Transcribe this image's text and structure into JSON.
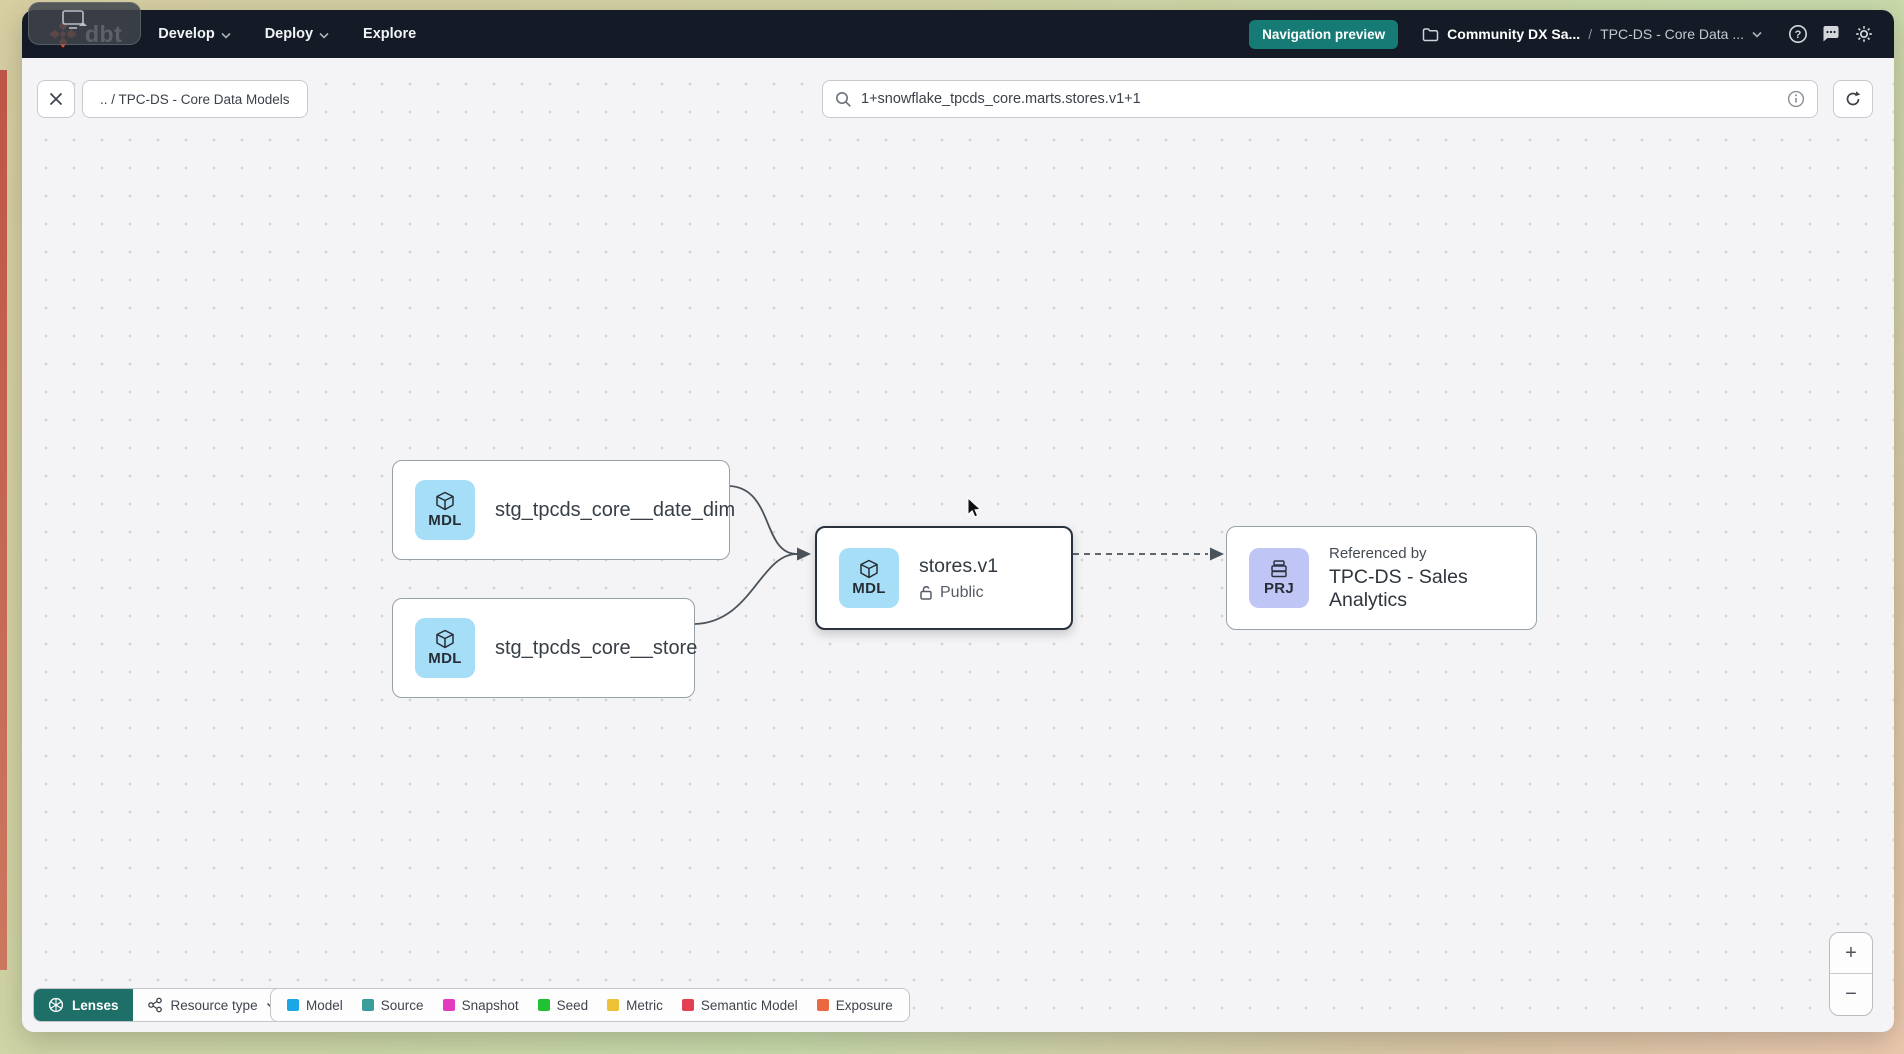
{
  "navbar": {
    "logo_text": "dbt",
    "menu": [
      {
        "label": "Develop"
      },
      {
        "label": "Deploy"
      },
      {
        "label": "Explore"
      }
    ],
    "preview_badge": "Navigation preview",
    "breadcrumb": {
      "project": "Community DX Sa...",
      "separator": "/",
      "page": "TPC-DS - Core Data ..."
    }
  },
  "toolbar": {
    "breadcrumb_chip": ".. / TPC-DS - Core Data Models",
    "search_value": "1+snowflake_tpcds_core.marts.stores.v1+1"
  },
  "graph": {
    "nodes": [
      {
        "badge": "MDL",
        "label": "stg_tpcds_core__date_dim"
      },
      {
        "badge": "MDL",
        "label": "stg_tpcds_core__store"
      },
      {
        "badge": "MDL",
        "label": "stores.v1",
        "access": "Public"
      },
      {
        "badge": "PRJ",
        "kicker": "Referenced by",
        "label": "TPC-DS - Sales Analytics"
      }
    ]
  },
  "footer": {
    "lenses_label": "Lenses",
    "resource_type_label": "Resource type",
    "legend": [
      {
        "label": "Model",
        "color": "#1ba7e5"
      },
      {
        "label": "Source",
        "color": "#399e99"
      },
      {
        "label": "Snapshot",
        "color": "#e33bbf"
      },
      {
        "label": "Seed",
        "color": "#21c134"
      },
      {
        "label": "Metric",
        "color": "#edc136"
      },
      {
        "label": "Semantic Model",
        "color": "#e33f52"
      },
      {
        "label": "Exposure",
        "color": "#ec6840"
      }
    ]
  },
  "zoom_controls": {
    "zoom_in": "+",
    "zoom_out": "−"
  },
  "colors": {
    "navbar_bg": "#141b27",
    "accent_teal": "#177b75",
    "model_badge_bg": "#a7def7",
    "project_badge_bg": "#bfc6f5",
    "logo_orange": "#ff4f28"
  }
}
